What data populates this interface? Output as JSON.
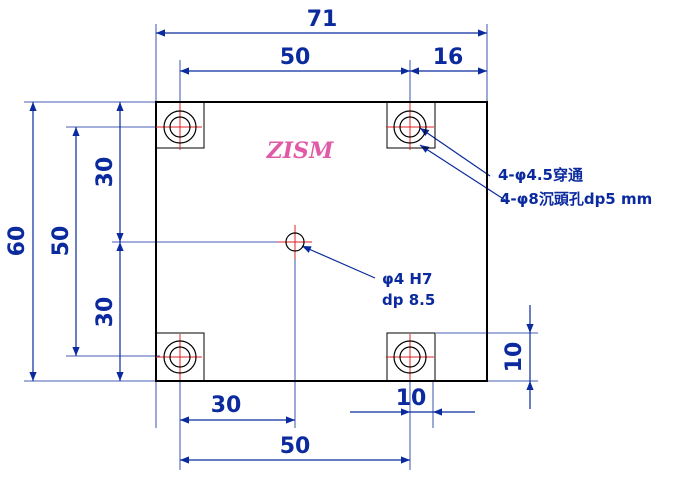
{
  "dimensions": {
    "overall_width": "71",
    "hole_spacing_x": "50",
    "right_offset": "16",
    "overall_height": "60",
    "hole_spacing_y": "50",
    "upper_half": "30",
    "lower_half": "30",
    "bottom_offset": "10",
    "center_offset_x": "30",
    "hole_spacing_x_bottom": "50",
    "right_margin": "10"
  },
  "logo": "ZISM",
  "callouts": {
    "through_hole": "4-φ4.5穿通",
    "counterbore": "4-φ8沉頭孔dp5 mm",
    "center_hole_size": "φ4 H7",
    "center_hole_depth": "dp 8.5"
  },
  "colors": {
    "outline": "#000000",
    "dimension": "#0a2a9e",
    "centerline": "#e02020",
    "logo": "#e05aa8"
  }
}
